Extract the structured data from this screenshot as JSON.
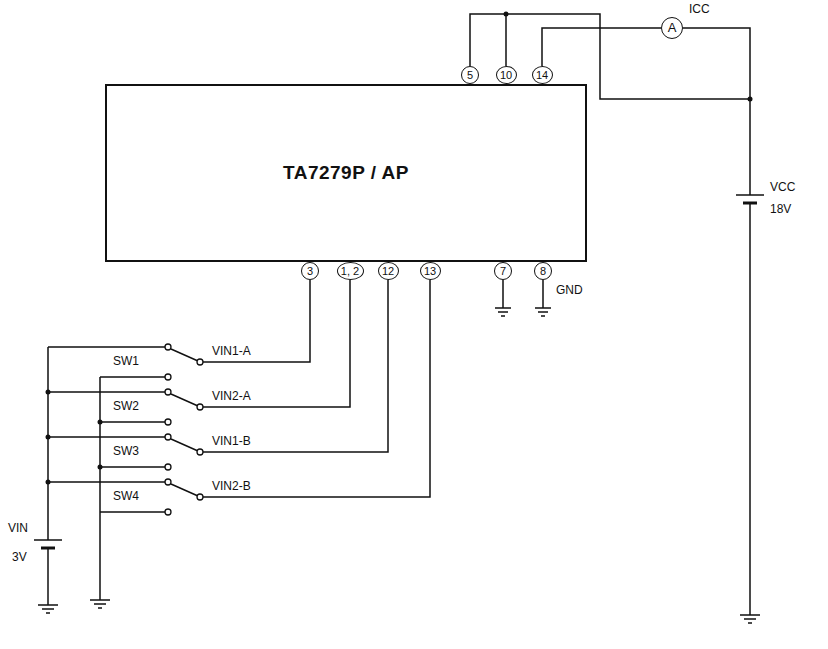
{
  "diagram": {
    "nodes": [
      {
        "text": [
          "5"
        ]
      },
      {
        "text": [
          "10"
        ]
      },
      {
        "text": [
          "14"
        ]
      },
      {
        "text": [
          "A"
        ]
      },
      {
        "text": [
          "TA7279P / AP"
        ]
      },
      {
        "text": [
          "3"
        ]
      },
      {
        "text": [
          "1, 2"
        ]
      },
      {
        "text": [
          "12"
        ]
      },
      {
        "text": [
          "13"
        ]
      },
      {
        "text": [
          "7"
        ]
      },
      {
        "text": [
          "8"
        ]
      }
    ],
    "edges": [
      {
        "from": 0,
        "to": 1,
        "arrow": "none"
      },
      {
        "from": 2,
        "to": 3,
        "arrow": "none"
      }
    ],
    "labels": [
      "ICC",
      "VCC",
      "18V",
      "GND",
      "SW1",
      "VIN1-A",
      "SW2",
      "VIN2-A",
      "SW3",
      "VIN1-B",
      "SW4",
      "VIN2-B",
      "VIN",
      "3V"
    ]
  }
}
